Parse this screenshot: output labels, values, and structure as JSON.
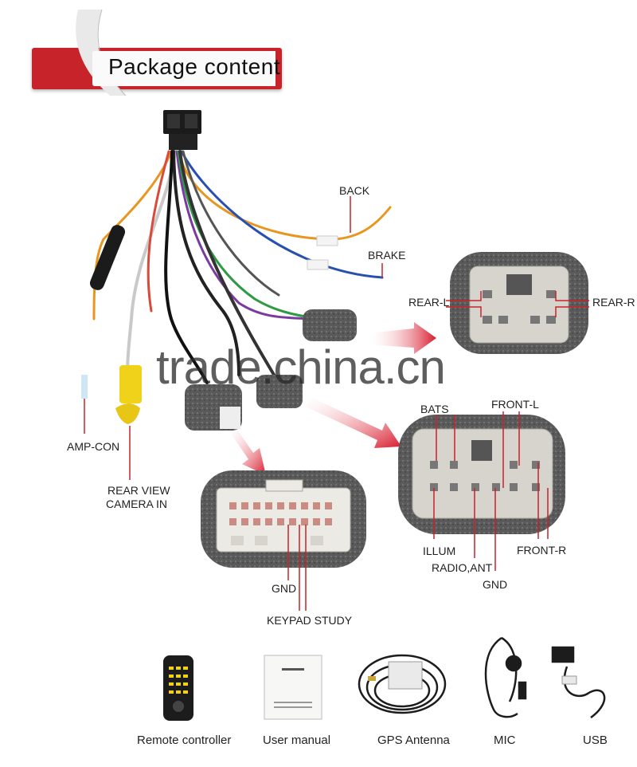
{
  "header": {
    "title": "Package content"
  },
  "labels": {
    "back": "BACK",
    "brake": "BRAKE",
    "rear_l": "REAR-L",
    "rear_r": "REAR-R",
    "bats": "BATS",
    "front_l": "FRONT-L",
    "amp_con": "AMP-CON",
    "rear_view_1": "REAR VIEW",
    "rear_view_2": "CAMERA IN",
    "illum": "ILLUM",
    "front_r": "FRONT-R",
    "radio_ant": "RADIO,ANT",
    "gnd_right": "GND",
    "gnd_left": "GND",
    "keypad_study": "KEYPAD STUDY"
  },
  "watermark": "trade.china.cn",
  "accessories": [
    {
      "label": "Remote controller",
      "icon": "remote-controller-icon"
    },
    {
      "label": "User manual",
      "icon": "user-manual-icon"
    },
    {
      "label": "GPS Antenna",
      "icon": "gps-antenna-icon"
    },
    {
      "label": "MIC",
      "icon": "mic-icon"
    },
    {
      "label": "USB",
      "icon": "usb-cable-icon"
    }
  ],
  "colors": {
    "accent_red": "#c7232b",
    "arrow_red": "#d8192b",
    "foam_gray": "#555555",
    "connector_gray": "#d6d4cc"
  }
}
